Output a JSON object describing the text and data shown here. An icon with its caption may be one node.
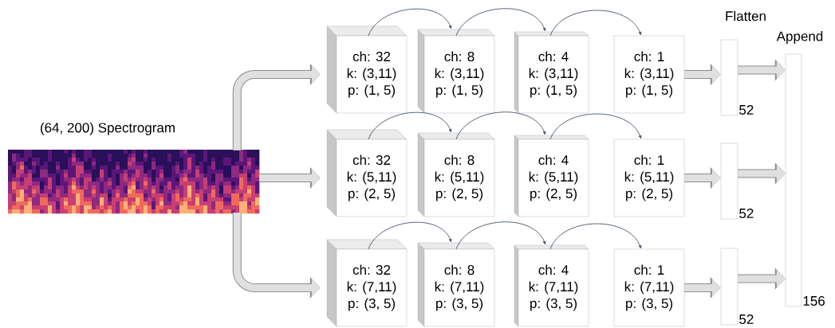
{
  "diagram": {
    "nodes": [
      {
        "text": [
          "(64, 200) Spectrogram"
        ]
      },
      {
        "text": [
          "ch: 32",
          "k: (3,11)",
          "p: (1, 5)"
        ]
      },
      {
        "text": [
          "ch: 8",
          "k: (3,11)",
          "p: (1, 5)"
        ]
      },
      {
        "text": [
          "ch: 4",
          "k: (3,11)",
          "p: (1, 5)"
        ]
      },
      {
        "text": [
          "ch: 1",
          "k: (3,11)",
          "p: (1, 5)"
        ]
      },
      {
        "text": [
          "ch: 32",
          "k: (5,11)",
          "p: (2, 5)"
        ]
      },
      {
        "text": [
          "ch: 8",
          "k: (5,11)",
          "p: (2, 5)"
        ]
      },
      {
        "text": [
          "ch: 4",
          "k: (5,11)",
          "p: (2, 5)"
        ]
      },
      {
        "text": [
          "ch: 1",
          "k: (5,11)",
          "p: (2, 5)"
        ]
      },
      {
        "text": [
          "ch: 32",
          "k: (7,11)",
          "p: (3, 5)"
        ]
      },
      {
        "text": [
          "ch: 8",
          "k: (7,11)",
          "p: (3, 5)"
        ]
      },
      {
        "text": [
          "ch: 4",
          "k: (7,11)",
          "p: (3, 5)"
        ]
      },
      {
        "text": [
          "ch: 1",
          "k: (7,11)",
          "p: (3, 5)"
        ]
      },
      {
        "text": [],
        "shape": "bar",
        "beside": [
          "52"
        ]
      },
      {
        "text": [],
        "shape": "bar",
        "beside": [
          "52"
        ]
      },
      {
        "text": [],
        "shape": "bar",
        "beside": [
          "52"
        ]
      },
      {
        "text": [],
        "shape": "bar",
        "beside": [
          "156"
        ]
      }
    ],
    "edges": [
      {
        "from": 0,
        "to": 1,
        "arrow": "to",
        "style": "thick"
      },
      {
        "from": 0,
        "to": 5,
        "arrow": "to",
        "style": "thick"
      },
      {
        "from": 0,
        "to": 9,
        "arrow": "to",
        "style": "thick"
      },
      {
        "from": 1,
        "to": 2,
        "arrow": "to",
        "color": "#44546a"
      },
      {
        "from": 2,
        "to": 3,
        "arrow": "to",
        "color": "#44546a"
      },
      {
        "from": 3,
        "to": 4,
        "arrow": "to",
        "color": "#44546a"
      },
      {
        "from": 5,
        "to": 6,
        "arrow": "to",
        "color": "#44546a"
      },
      {
        "from": 6,
        "to": 7,
        "arrow": "to",
        "color": "#44546a"
      },
      {
        "from": 7,
        "to": 8,
        "arrow": "to",
        "color": "#44546a"
      },
      {
        "from": 9,
        "to": 10,
        "arrow": "to",
        "color": "#44546a"
      },
      {
        "from": 10,
        "to": 11,
        "arrow": "to",
        "color": "#44546a"
      },
      {
        "from": 11,
        "to": 12,
        "arrow": "to",
        "color": "#44546a"
      },
      {
        "from": 4,
        "to": 13,
        "arrow": "to",
        "style": "thick"
      },
      {
        "from": 8,
        "to": 14,
        "arrow": "to",
        "style": "thick"
      },
      {
        "from": 12,
        "to": 15,
        "arrow": "to",
        "style": "thick"
      },
      {
        "from": 13,
        "to": 16,
        "arrow": "to",
        "style": "thick"
      },
      {
        "from": 14,
        "to": 16,
        "arrow": "to",
        "style": "thick"
      },
      {
        "from": 15,
        "to": 16,
        "arrow": "to",
        "style": "thick"
      }
    ],
    "labels": [
      "Flatten",
      "Append"
    ]
  }
}
